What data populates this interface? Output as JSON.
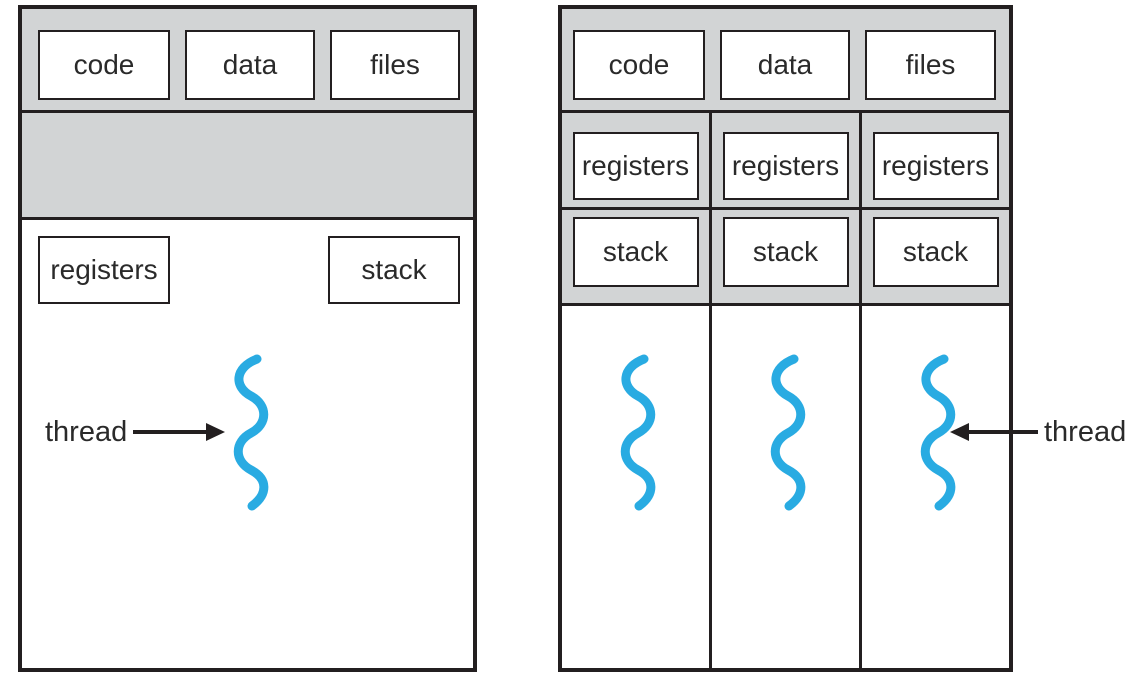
{
  "colors": {
    "band_gray": "#d2d4d5",
    "line_dark": "#231f20",
    "thread_blue": "#29abe2",
    "text_dark": "#2a2a2a"
  },
  "left": {
    "resources": [
      "code",
      "data",
      "files"
    ],
    "registers": "registers",
    "stack": "stack",
    "thread_label": "thread"
  },
  "right": {
    "resources": [
      "code",
      "data",
      "files"
    ],
    "threads": [
      {
        "registers": "registers",
        "stack": "stack"
      },
      {
        "registers": "registers",
        "stack": "stack"
      },
      {
        "registers": "registers",
        "stack": "stack"
      }
    ],
    "thread_label": "thread"
  }
}
